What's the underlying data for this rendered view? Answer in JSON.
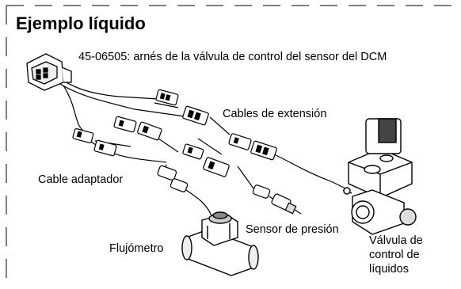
{
  "title": "Ejemplo líquido",
  "labels": {
    "harness": "45-06505: arnés de la válvula de control del sensor del DCM",
    "extension_cables": "Cables de extensión",
    "adapter_cable": "Cable adaptador",
    "pressure_sensor": "Sensor de presión",
    "flowmeter": "Flujómetro",
    "valve": "Válvula de control de líquidos"
  }
}
